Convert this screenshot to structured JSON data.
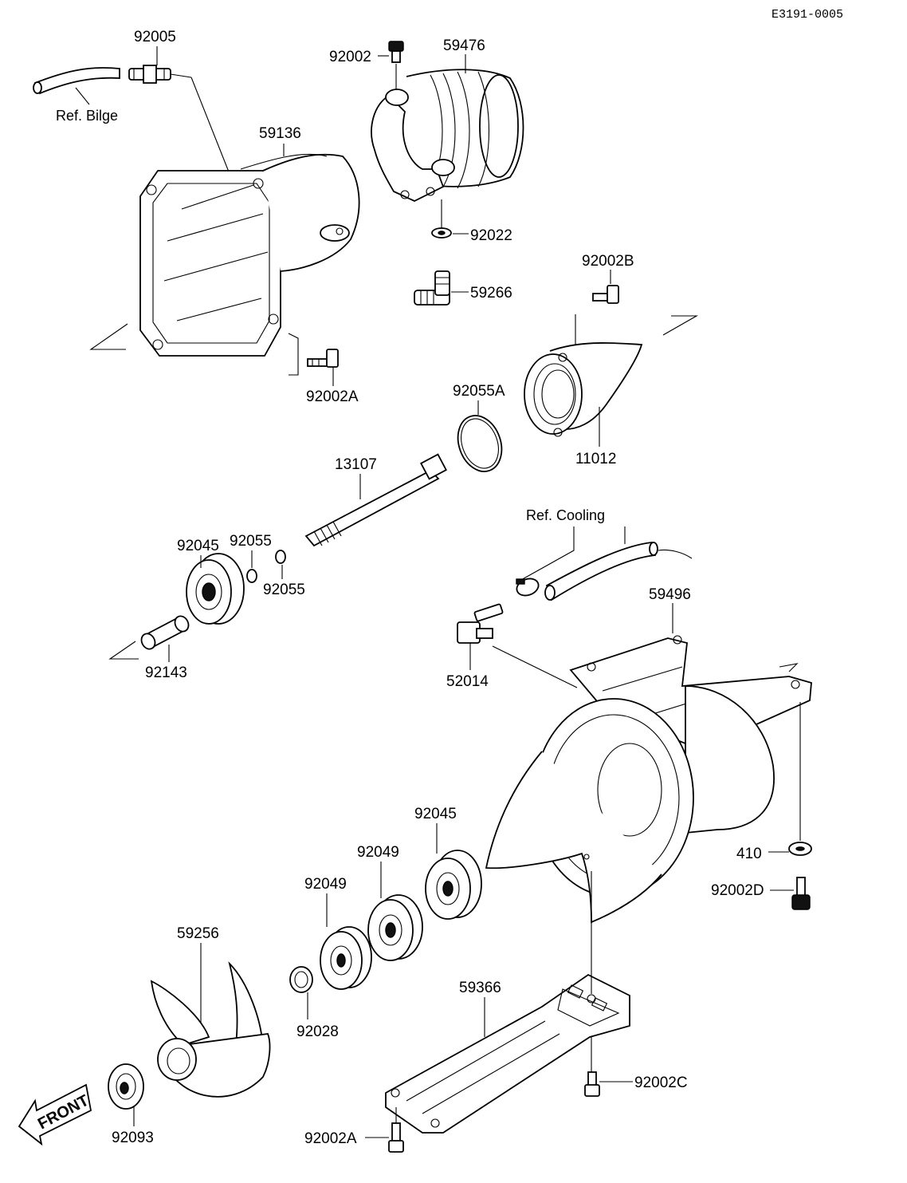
{
  "diagram": {
    "doc_code": "E3191-0005",
    "front_label": "FRONT",
    "refs": {
      "bilge": "Ref. Bilge",
      "cooling": "Ref. Cooling"
    },
    "labels": {
      "p92005": "92005",
      "p92002_top": "92002",
      "p59476": "59476",
      "p59136": "59136",
      "p92022": "92022",
      "p59266": "59266",
      "p92002B": "92002B",
      "p92002A_top": "92002A",
      "p92055A": "92055A",
      "p11012": "11012",
      "p13107": "13107",
      "p92045_top": "92045",
      "p92055_a": "92055",
      "p92055_b": "92055",
      "p92143": "92143",
      "p59496": "59496",
      "p52014": "52014",
      "p410": "410",
      "p92002D": "92002D",
      "p92045_bot": "92045",
      "p92049_a": "92049",
      "p92049_b": "92049",
      "p59256": "59256",
      "p92028": "92028",
      "p59366": "59366",
      "p92002C": "92002C",
      "p92093": "92093",
      "p92002A_bot": "92002A"
    }
  }
}
